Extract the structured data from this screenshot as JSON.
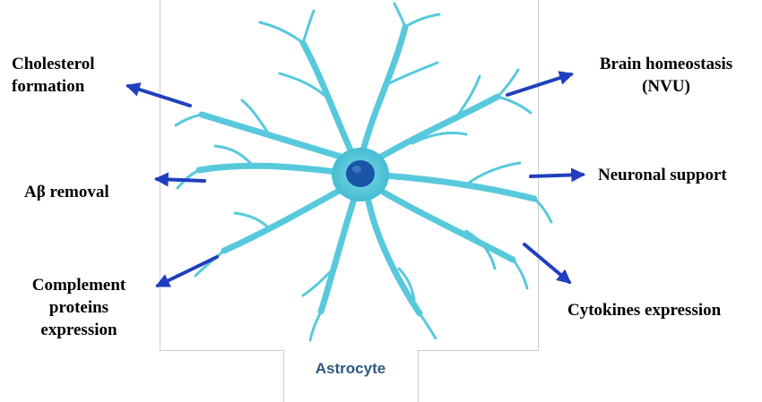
{
  "labels": {
    "cholesterol": [
      "Cholesterol",
      "formation"
    ],
    "abeta": "Aβ removal",
    "complement": [
      "Complement",
      "proteins",
      "expression"
    ],
    "brain": [
      "Brain homeostasis",
      "(NVU)"
    ],
    "neuronal": "Neuronal support",
    "cytokines": "Cytokines expression"
  },
  "caption": "Astrocyte",
  "colors": {
    "arrow": "#1f3fbf",
    "cell_body": "#52c6d9",
    "cell_process": "#58c9dc",
    "nucleus": "#1a55a8",
    "frame": "#c8ccd2",
    "caption": "#2f5a7e"
  }
}
